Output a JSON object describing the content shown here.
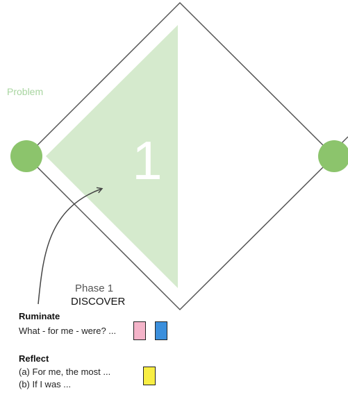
{
  "diagram": {
    "problem_label": "Problem",
    "phase_number": "1",
    "phase_label": "Phase 1",
    "phase_name": "DISCOVER"
  },
  "ruminate": {
    "heading": "Ruminate",
    "text": "What - for me - were? ..."
  },
  "reflect": {
    "heading": "Reflect",
    "line_a": "(a) For me, the most ...",
    "line_b": "(b) If I was ..."
  },
  "colors": {
    "triangle_fill": "#d5eacd",
    "node_fill": "#8cc46c",
    "problem_text": "#a8d5a0",
    "diamond_stroke": "#555555",
    "swatch_pink": "#f4b4c9",
    "swatch_blue": "#3b8fdc",
    "swatch_yellow": "#f8ee44"
  }
}
